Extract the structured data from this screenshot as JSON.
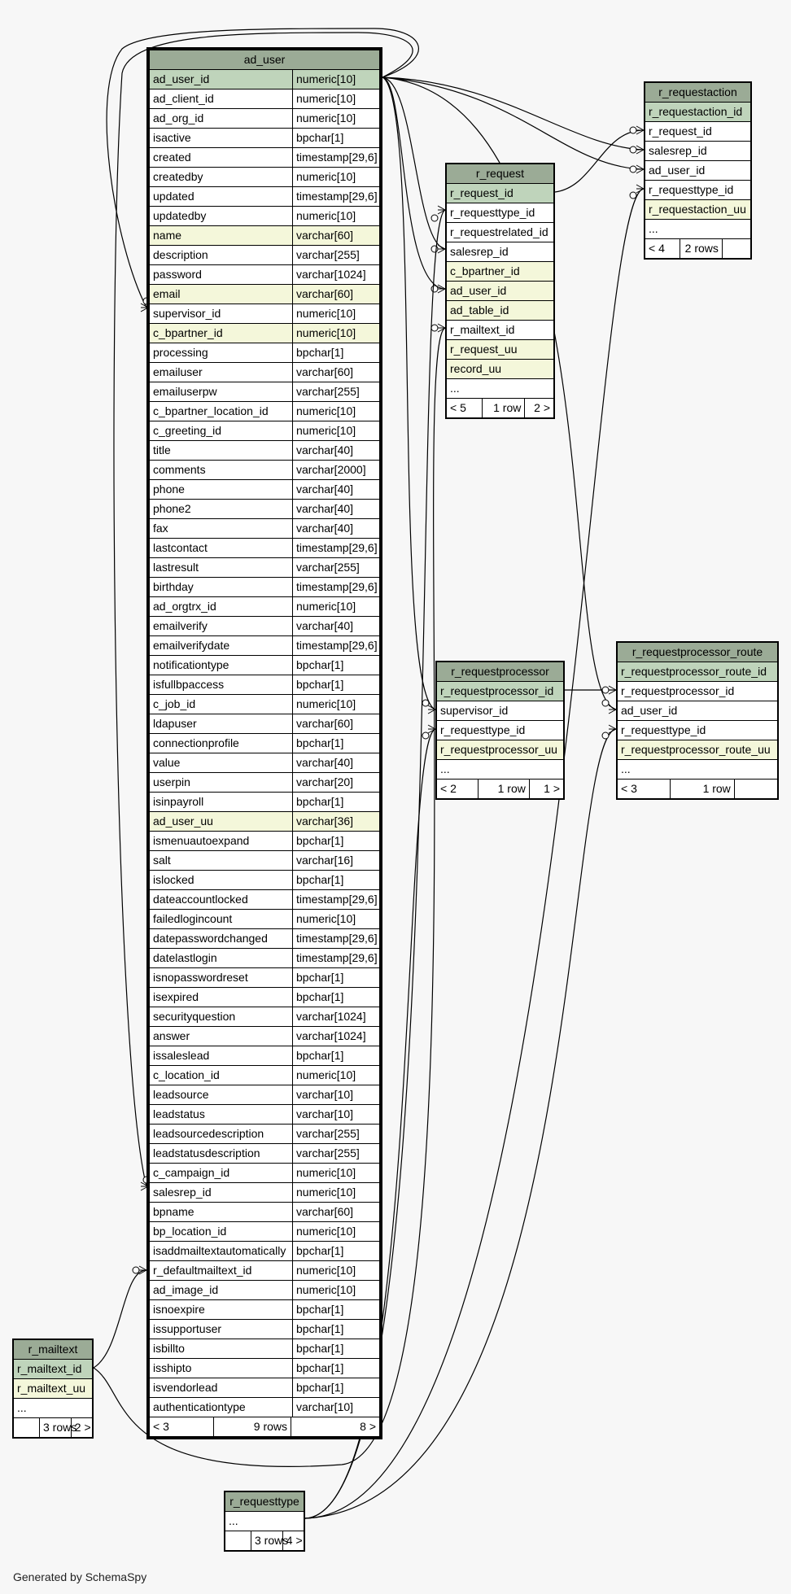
{
  "footer": "Generated by SchemaSpy",
  "colors": {
    "background": "#f7f7f7",
    "header": "#9bab96",
    "primary_key": "#bfd4bb",
    "indexed": "#f4f7da",
    "edge": "#000000"
  },
  "tables": [
    {
      "id": "ad_user",
      "title": "ad_user",
      "main": true,
      "two_col": true,
      "rows": [
        [
          "ad_user_id",
          "numeric[10]",
          "pk"
        ],
        [
          "ad_client_id",
          "numeric[10]",
          ""
        ],
        [
          "ad_org_id",
          "numeric[10]",
          ""
        ],
        [
          "isactive",
          "bpchar[1]",
          ""
        ],
        [
          "created",
          "timestamp[29,6]",
          ""
        ],
        [
          "createdby",
          "numeric[10]",
          ""
        ],
        [
          "updated",
          "timestamp[29,6]",
          ""
        ],
        [
          "updatedby",
          "numeric[10]",
          ""
        ],
        [
          "name",
          "varchar[60]",
          "idx"
        ],
        [
          "description",
          "varchar[255]",
          ""
        ],
        [
          "password",
          "varchar[1024]",
          ""
        ],
        [
          "email",
          "varchar[60]",
          "idx"
        ],
        [
          "supervisor_id",
          "numeric[10]",
          ""
        ],
        [
          "c_bpartner_id",
          "numeric[10]",
          "idx"
        ],
        [
          "processing",
          "bpchar[1]",
          ""
        ],
        [
          "emailuser",
          "varchar[60]",
          ""
        ],
        [
          "emailuserpw",
          "varchar[255]",
          ""
        ],
        [
          "c_bpartner_location_id",
          "numeric[10]",
          ""
        ],
        [
          "c_greeting_id",
          "numeric[10]",
          ""
        ],
        [
          "title",
          "varchar[40]",
          ""
        ],
        [
          "comments",
          "varchar[2000]",
          ""
        ],
        [
          "phone",
          "varchar[40]",
          ""
        ],
        [
          "phone2",
          "varchar[40]",
          ""
        ],
        [
          "fax",
          "varchar[40]",
          ""
        ],
        [
          "lastcontact",
          "timestamp[29,6]",
          ""
        ],
        [
          "lastresult",
          "varchar[255]",
          ""
        ],
        [
          "birthday",
          "timestamp[29,6]",
          ""
        ],
        [
          "ad_orgtrx_id",
          "numeric[10]",
          ""
        ],
        [
          "emailverify",
          "varchar[40]",
          ""
        ],
        [
          "emailverifydate",
          "timestamp[29,6]",
          ""
        ],
        [
          "notificationtype",
          "bpchar[1]",
          ""
        ],
        [
          "isfullbpaccess",
          "bpchar[1]",
          ""
        ],
        [
          "c_job_id",
          "numeric[10]",
          ""
        ],
        [
          "ldapuser",
          "varchar[60]",
          ""
        ],
        [
          "connectionprofile",
          "bpchar[1]",
          ""
        ],
        [
          "value",
          "varchar[40]",
          ""
        ],
        [
          "userpin",
          "varchar[20]",
          ""
        ],
        [
          "isinpayroll",
          "bpchar[1]",
          ""
        ],
        [
          "ad_user_uu",
          "varchar[36]",
          "idx"
        ],
        [
          "ismenuautoexpand",
          "bpchar[1]",
          ""
        ],
        [
          "salt",
          "varchar[16]",
          ""
        ],
        [
          "islocked",
          "bpchar[1]",
          ""
        ],
        [
          "dateaccountlocked",
          "timestamp[29,6]",
          ""
        ],
        [
          "failedlogincount",
          "numeric[10]",
          ""
        ],
        [
          "datepasswordchanged",
          "timestamp[29,6]",
          ""
        ],
        [
          "datelastlogin",
          "timestamp[29,6]",
          ""
        ],
        [
          "isnopasswordreset",
          "bpchar[1]",
          ""
        ],
        [
          "isexpired",
          "bpchar[1]",
          ""
        ],
        [
          "securityquestion",
          "varchar[1024]",
          ""
        ],
        [
          "answer",
          "varchar[1024]",
          ""
        ],
        [
          "issaleslead",
          "bpchar[1]",
          ""
        ],
        [
          "c_location_id",
          "numeric[10]",
          ""
        ],
        [
          "leadsource",
          "varchar[10]",
          ""
        ],
        [
          "leadstatus",
          "varchar[10]",
          ""
        ],
        [
          "leadsourcedescription",
          "varchar[255]",
          ""
        ],
        [
          "leadstatusdescription",
          "varchar[255]",
          ""
        ],
        [
          "c_campaign_id",
          "numeric[10]",
          ""
        ],
        [
          "salesrep_id",
          "numeric[10]",
          ""
        ],
        [
          "bpname",
          "varchar[60]",
          ""
        ],
        [
          "bp_location_id",
          "numeric[10]",
          ""
        ],
        [
          "isaddmailtextautomatically",
          "bpchar[1]",
          ""
        ],
        [
          "r_defaultmailtext_id",
          "numeric[10]",
          ""
        ],
        [
          "ad_image_id",
          "numeric[10]",
          ""
        ],
        [
          "isnoexpire",
          "bpchar[1]",
          ""
        ],
        [
          "issupportuser",
          "bpchar[1]",
          ""
        ],
        [
          "isbillto",
          "bpchar[1]",
          ""
        ],
        [
          "isshipto",
          "bpchar[1]",
          ""
        ],
        [
          "isvendorlead",
          "bpchar[1]",
          ""
        ],
        [
          "authenticationtype",
          "varchar[10]",
          ""
        ]
      ],
      "footer": [
        "< 3",
        "9 rows",
        "8 >"
      ]
    },
    {
      "id": "r_request",
      "title": "r_request",
      "rows": [
        [
          "r_request_id",
          "",
          "pk"
        ],
        [
          "r_requesttype_id",
          "",
          ""
        ],
        [
          "r_requestrelated_id",
          "",
          ""
        ],
        [
          "salesrep_id",
          "",
          ""
        ],
        [
          "c_bpartner_id",
          "",
          "idx"
        ],
        [
          "ad_user_id",
          "",
          "idx"
        ],
        [
          "ad_table_id",
          "",
          "idx"
        ],
        [
          "r_mailtext_id",
          "",
          ""
        ],
        [
          "r_request_uu",
          "",
          "idx"
        ],
        [
          "record_uu",
          "",
          "idx"
        ],
        [
          "...",
          "",
          ""
        ]
      ],
      "footer": [
        "< 5",
        "1 row",
        "2 >"
      ]
    },
    {
      "id": "r_requestaction",
      "title": "r_requestaction",
      "rows": [
        [
          "r_requestaction_id",
          "",
          "pk"
        ],
        [
          "r_request_id",
          "",
          ""
        ],
        [
          "salesrep_id",
          "",
          ""
        ],
        [
          "ad_user_id",
          "",
          ""
        ],
        [
          "r_requesttype_id",
          "",
          ""
        ],
        [
          "r_requestaction_uu",
          "",
          "idx"
        ],
        [
          "...",
          "",
          ""
        ]
      ],
      "footer": [
        "< 4",
        "2 rows",
        ""
      ]
    },
    {
      "id": "r_requestprocessor",
      "title": "r_requestprocessor",
      "rows": [
        [
          "r_requestprocessor_id",
          "",
          "pk"
        ],
        [
          "supervisor_id",
          "",
          ""
        ],
        [
          "r_requesttype_id",
          "",
          ""
        ],
        [
          "r_requestprocessor_uu",
          "",
          "idx"
        ],
        [
          "...",
          "",
          ""
        ]
      ],
      "footer": [
        "< 2",
        "1 row",
        "1 >"
      ]
    },
    {
      "id": "r_requestprocessor_route",
      "title": "r_requestprocessor_route",
      "rows": [
        [
          "r_requestprocessor_route_id",
          "",
          "pk"
        ],
        [
          "r_requestprocessor_id",
          "",
          ""
        ],
        [
          "ad_user_id",
          "",
          ""
        ],
        [
          "r_requesttype_id",
          "",
          ""
        ],
        [
          "r_requestprocessor_route_uu",
          "",
          "idx"
        ],
        [
          "...",
          "",
          ""
        ]
      ],
      "footer": [
        "< 3",
        "1 row",
        ""
      ]
    },
    {
      "id": "r_mailtext",
      "title": "r_mailtext",
      "rows": [
        [
          "r_mailtext_id",
          "",
          "pk"
        ],
        [
          "r_mailtext_uu",
          "",
          "idx"
        ],
        [
          "...",
          "",
          ""
        ]
      ],
      "footer": [
        "",
        "3 rows",
        "2 >"
      ]
    },
    {
      "id": "r_requesttype",
      "title": "r_requesttype",
      "rows": [
        [
          "...",
          "",
          ""
        ]
      ],
      "footer": [
        "",
        "3 rows",
        "4 >"
      ]
    }
  ]
}
